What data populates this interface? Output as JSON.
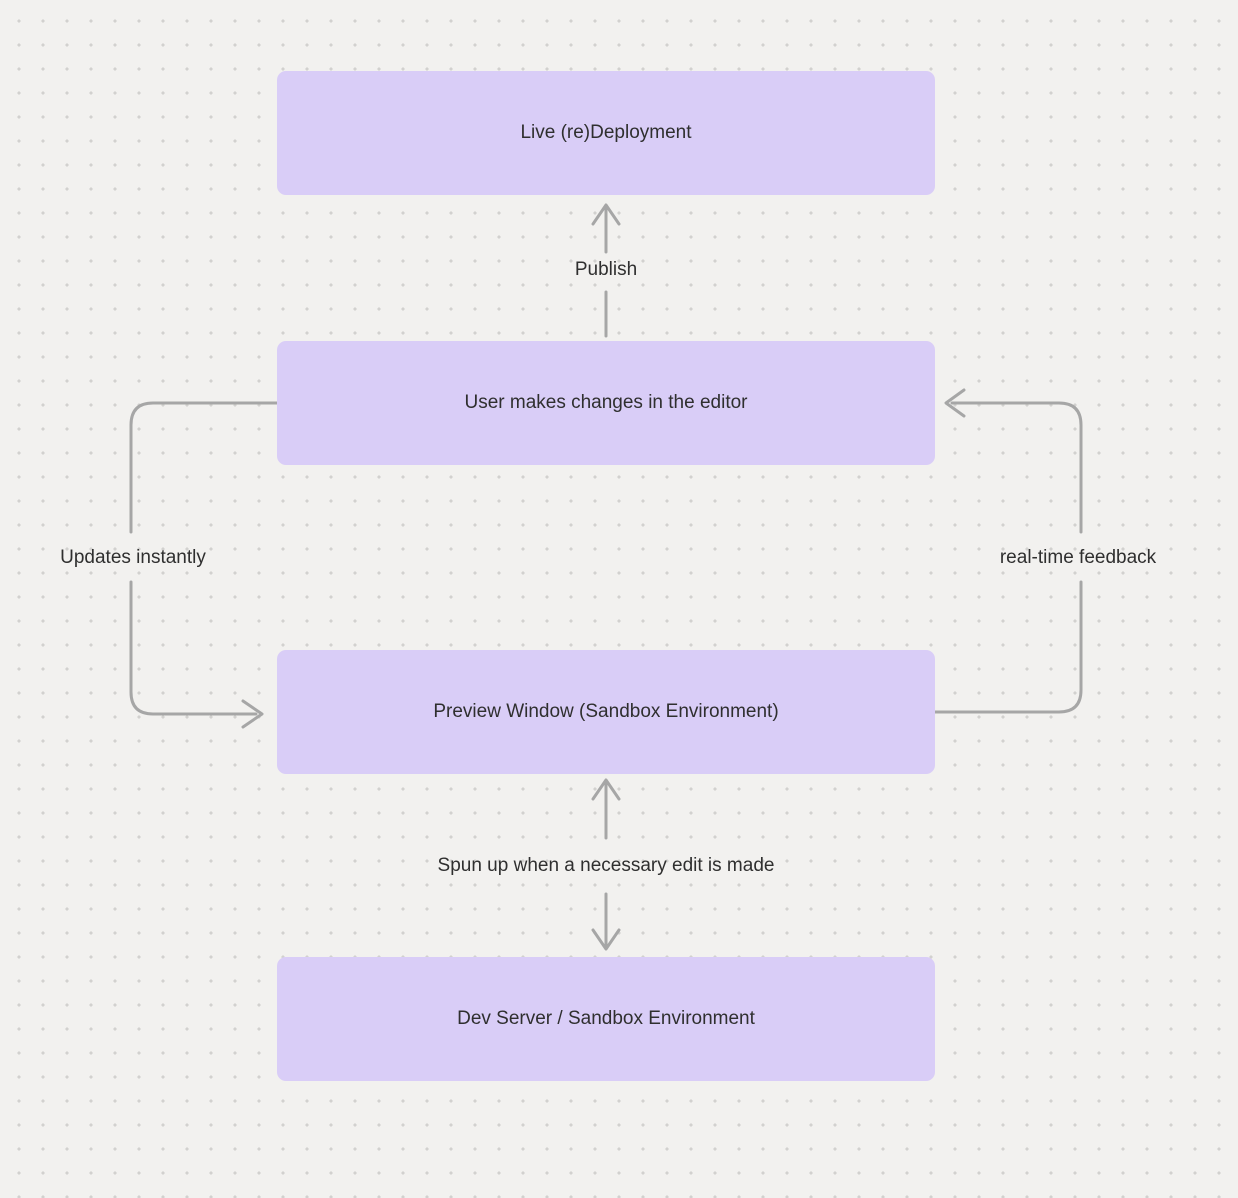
{
  "diagram": {
    "nodes": [
      {
        "id": "live-deployment",
        "label": "Live (re)Deployment"
      },
      {
        "id": "user-editor",
        "label": "User makes changes in the editor"
      },
      {
        "id": "preview-window",
        "label": "Preview Window (Sandbox Environment)"
      },
      {
        "id": "dev-server",
        "label": "Dev Server / Sandbox Environment"
      }
    ],
    "edges": [
      {
        "id": "publish",
        "label": "Publish",
        "from": "user-editor",
        "to": "live-deployment"
      },
      {
        "id": "updates-instantly",
        "label": "Updates instantly",
        "from": "user-editor",
        "to": "preview-window"
      },
      {
        "id": "realtime-feedback",
        "label": "real-time feedback",
        "from": "preview-window",
        "to": "user-editor"
      },
      {
        "id": "spun-up",
        "label": "Spun up when a necessary edit is made",
        "from": "dev-server",
        "to": "preview-window",
        "direction": "bidirectional"
      }
    ],
    "colors": {
      "background": "#f2f1ef",
      "dot_grid": "#d2d1cf",
      "node_fill": "#d9cdf7",
      "arrow": "#a6a6a6",
      "text": "#2f2f2f"
    }
  }
}
